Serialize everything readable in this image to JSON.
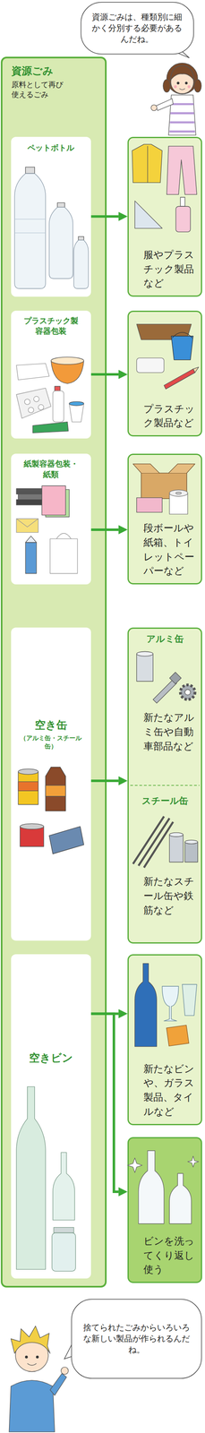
{
  "diagram": {
    "nodes": [
      {
        "text": [
          "資源ごみは、種類別に細かく分別する必要があるんだね。"
        ]
      },
      {
        "text": [
          "資源ごみ",
          "原料として再び使えるごみ"
        ]
      },
      {
        "text": [
          "ペットボトル"
        ],
        "in": 1
      },
      {
        "text": [
          "プラスチック製容器包装"
        ],
        "in": 1
      },
      {
        "text": [
          "紙製容器包装・紙類"
        ],
        "in": 1
      },
      {
        "text": [
          "空き缶",
          "（アルミ缶・スチール缶）"
        ],
        "in": 1
      },
      {
        "text": [
          "空きビン"
        ],
        "in": 1
      },
      {
        "text": [
          "服やプラスチック製品など"
        ]
      },
      {
        "text": [
          "プラスチック製品など"
        ]
      },
      {
        "text": [
          "段ボールや紙箱、トイレットペーパーなど"
        ]
      },
      {
        "text": [
          "アルミ缶",
          "新たなアルミ缶や自動車部品など",
          "スチール缶",
          "新たなスチール缶や鉄筋など"
        ]
      },
      {
        "text": [
          "新たなビンや、ガラス製品、タイルなど"
        ]
      },
      {
        "text": [
          "ビンを洗ってくり返し使う"
        ]
      },
      {
        "text": [
          "捨てられたごみからいろいろな新しい製品が作られるんだね。"
        ]
      }
    ],
    "edges": [
      {
        "from": 2,
        "to": 7,
        "arrow": "to"
      },
      {
        "from": 3,
        "to": 8,
        "arrow": "to"
      },
      {
        "from": 4,
        "to": 9,
        "arrow": "to"
      },
      {
        "from": 5,
        "to": 10,
        "arrow": "to"
      },
      {
        "from": 6,
        "to": 11,
        "arrow": "to"
      },
      {
        "from": 6,
        "to": 12,
        "arrow": "to"
      }
    ]
  }
}
